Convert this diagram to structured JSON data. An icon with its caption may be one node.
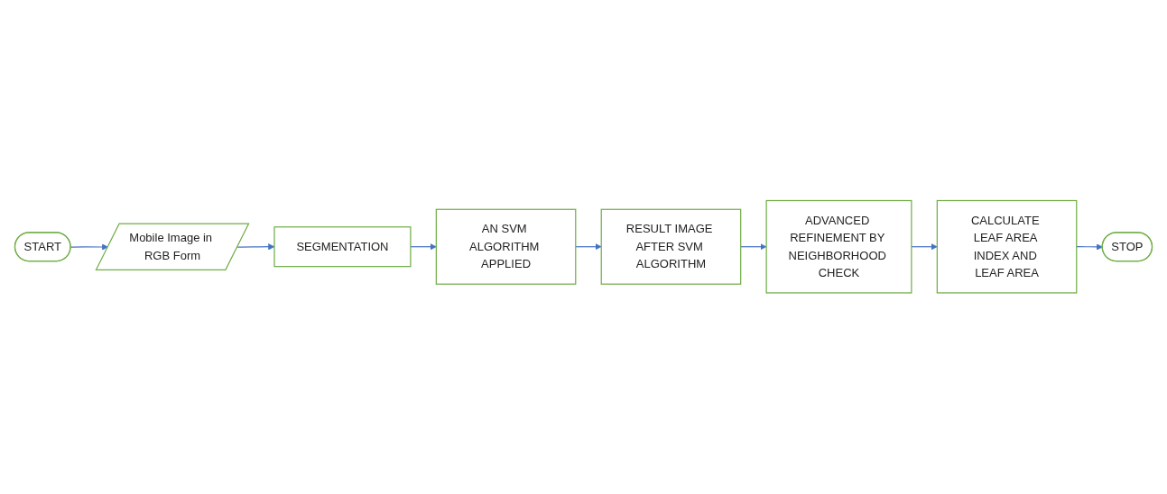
{
  "diagram": {
    "nodes": [
      {
        "text": [
          "START"
        ]
      },
      {
        "text": [
          "Mobile Image in RGB Form"
        ]
      },
      {
        "text": [
          "SEGMENTATION"
        ]
      },
      {
        "text": [
          "AN SVM ALGORITHM APPLIED"
        ]
      },
      {
        "text": [
          "RESULT IMAGE AFTER SVM ALGORITHM"
        ]
      },
      {
        "text": [
          "ADVANCED REFINEMENT BY NEIGHBORHOOD CHECK"
        ]
      },
      {
        "text": [
          "CALCULATE LEAF AREA INDEX AND LEAF AREA"
        ]
      },
      {
        "text": [
          "STOP"
        ]
      }
    ],
    "edges": [
      {
        "from": 0,
        "to": 1,
        "arrow": "to"
      },
      {
        "from": 1,
        "to": 2,
        "arrow": "to"
      },
      {
        "from": 2,
        "to": 3,
        "arrow": "to"
      },
      {
        "from": 3,
        "to": 4,
        "arrow": "to"
      },
      {
        "from": 4,
        "to": 5,
        "arrow": "to"
      },
      {
        "from": 5,
        "to": 6,
        "arrow": "to"
      },
      {
        "from": 6,
        "to": 7,
        "arrow": "to"
      }
    ]
  }
}
